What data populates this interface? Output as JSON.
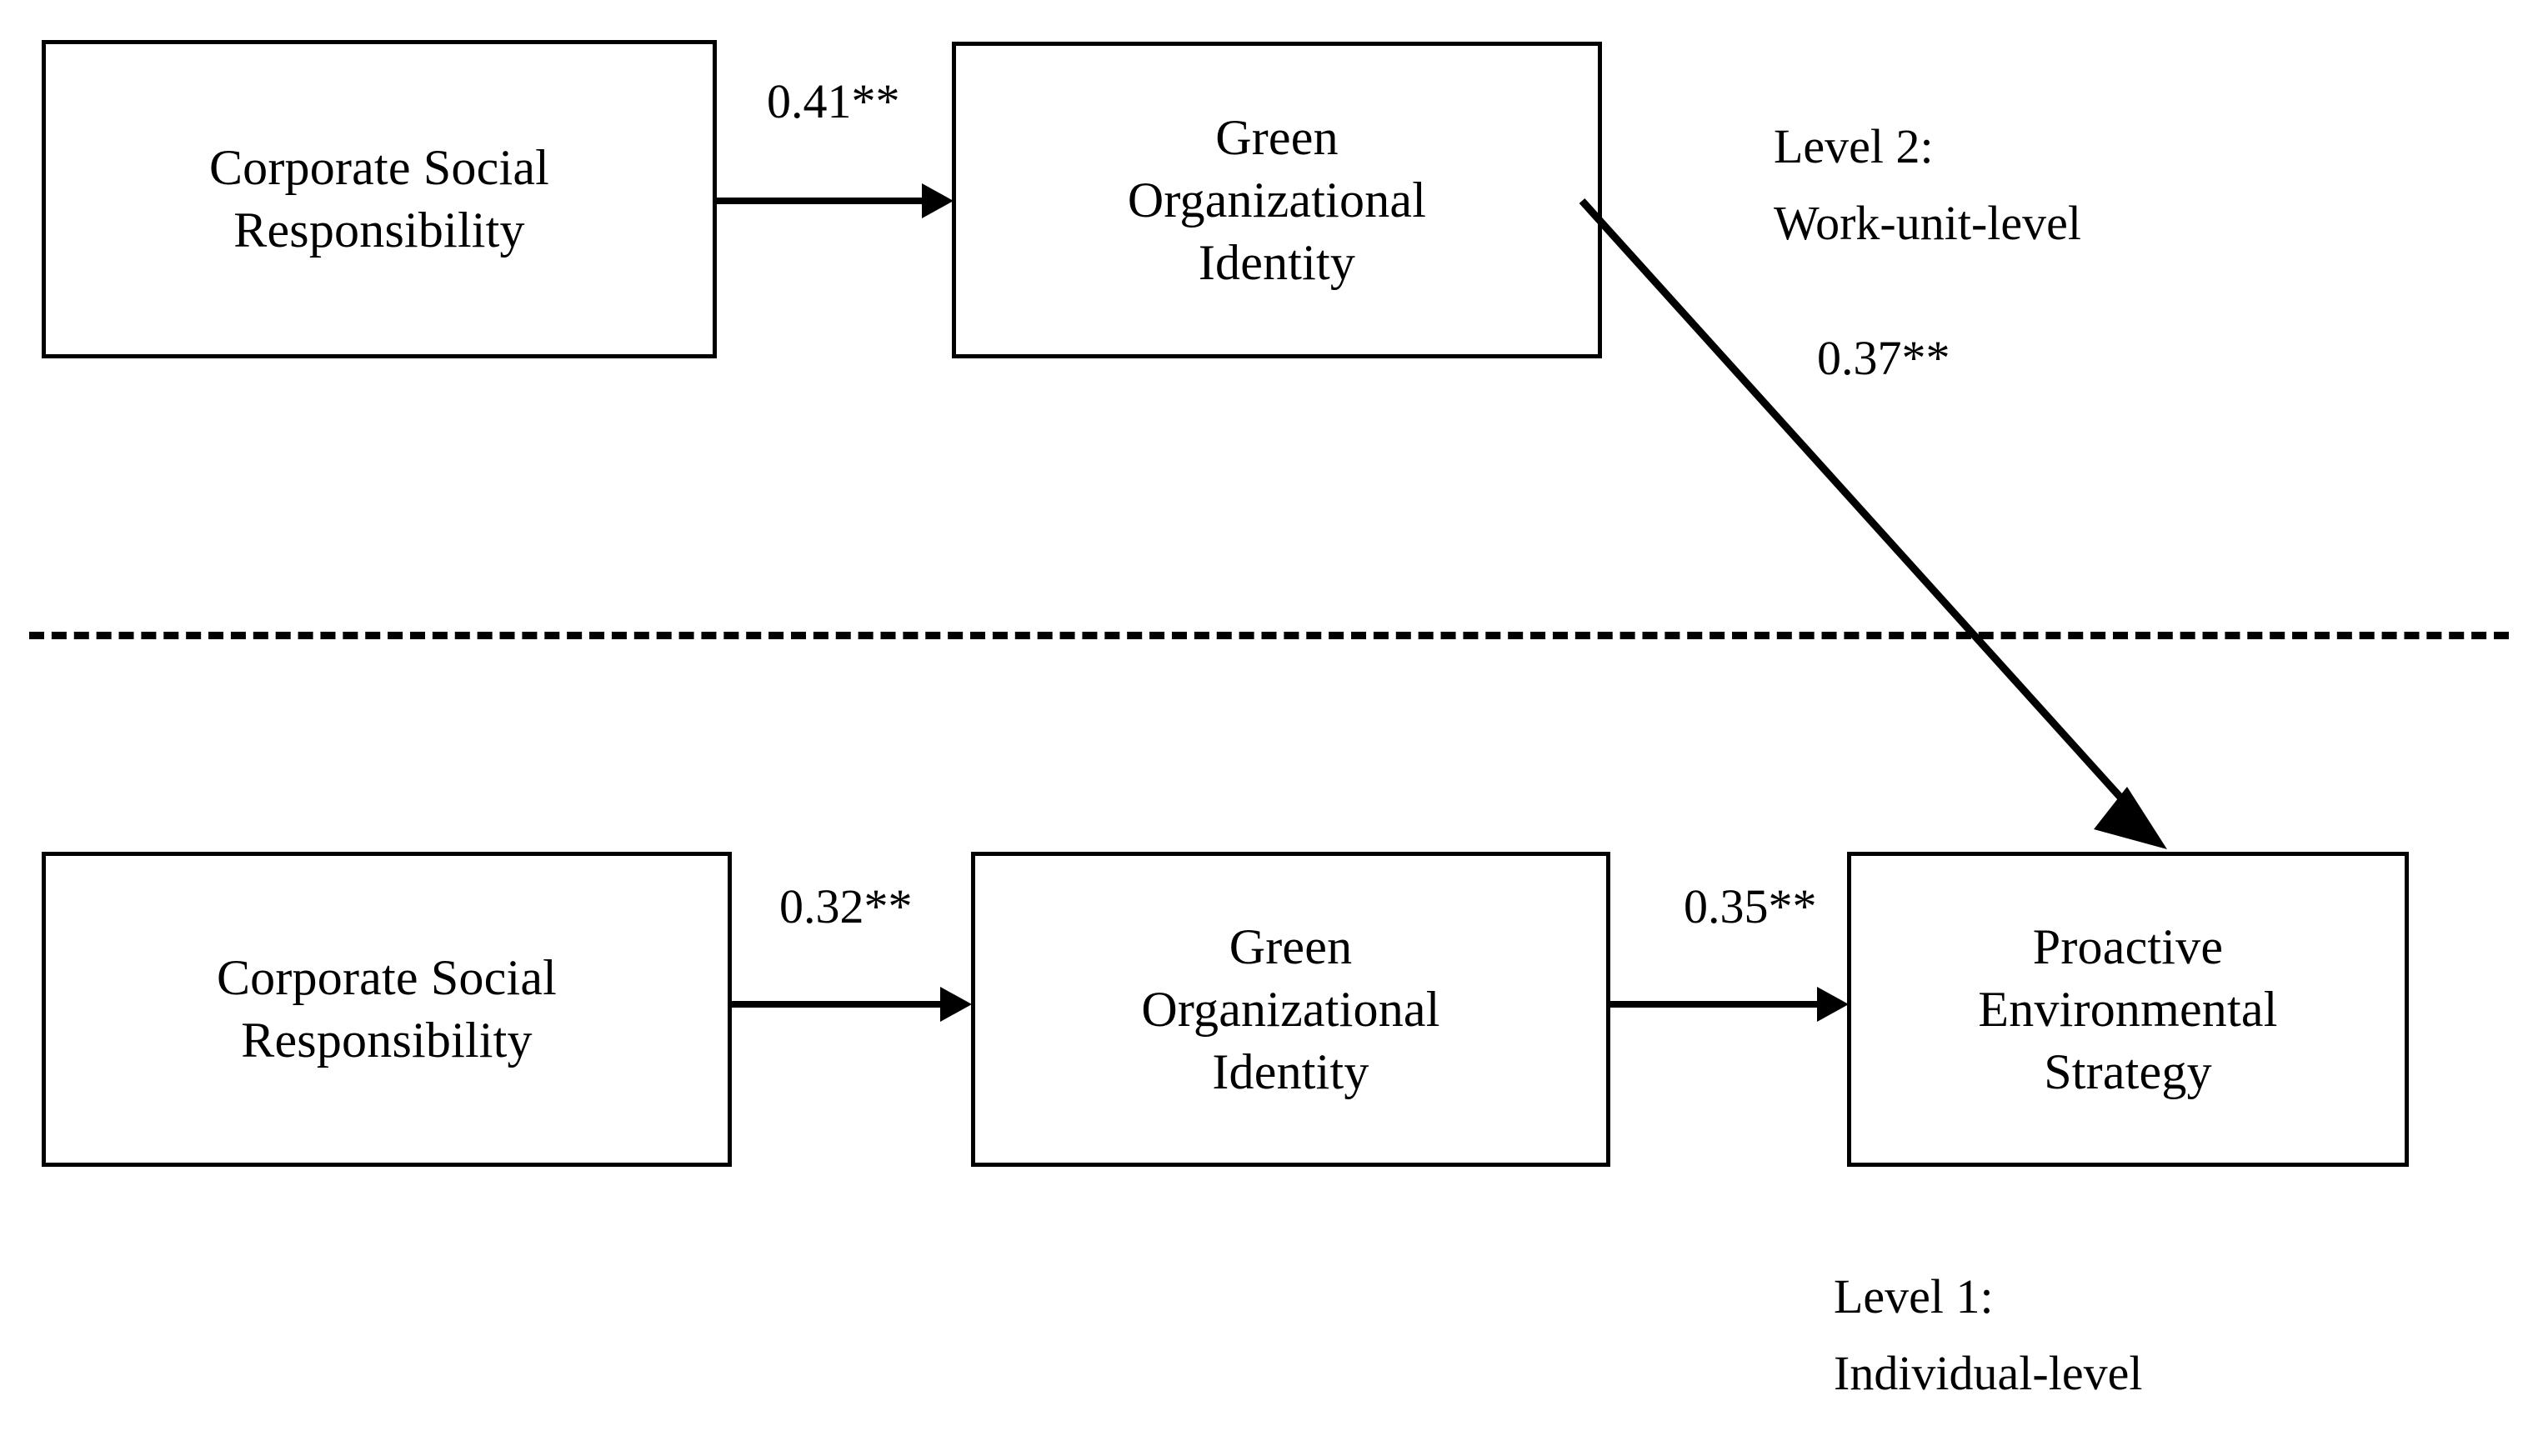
{
  "figure": {
    "type": "multilevel-path-diagram",
    "levels": [
      {
        "id": "level2",
        "tag": "Level 2:\nWork-unit-level"
      },
      {
        "id": "level1",
        "tag": "Level 1:\nIndividual-level"
      }
    ],
    "separator": "dashed-horizontal-line"
  },
  "nodes": {
    "csr_level2": "Corporate Social\nResponsibility",
    "goi_level2": "Green\nOrganizational\nIdentity",
    "csr_level1": "Corporate Social\nResponsibility",
    "goi_level1": "Green\nOrganizational\nIdentity",
    "pes_level1": "Proactive\nEnvironmental\nStrategy"
  },
  "edges": {
    "csr_to_goi_l2": "0.41**",
    "goi_l2_to_pes_l1": "0.37**",
    "csr_to_goi_l1": "0.32**",
    "goi_to_pes_l1": "0.35**"
  },
  "chart_data": {
    "type": "diagram",
    "title": "",
    "paths": [
      {
        "from": "Corporate Social Responsibility (Level 2)",
        "to": "Green Organizational Identity (Level 2)",
        "coefficient": 0.41,
        "significance": "**",
        "label": "0.41**"
      },
      {
        "from": "Green Organizational Identity (Level 2)",
        "to": "Proactive Environmental Strategy (Level 1)",
        "coefficient": 0.37,
        "significance": "**",
        "label": "0.37**",
        "cross_level": true
      },
      {
        "from": "Corporate Social Responsibility (Level 1)",
        "to": "Green Organizational Identity (Level 1)",
        "coefficient": 0.32,
        "significance": "**",
        "label": "0.32**"
      },
      {
        "from": "Green Organizational Identity (Level 1)",
        "to": "Proactive Environmental Strategy (Level 1)",
        "coefficient": 0.35,
        "significance": "**",
        "label": "0.35**"
      }
    ]
  },
  "colors": {
    "stroke": "#000000",
    "background": "#ffffff"
  }
}
